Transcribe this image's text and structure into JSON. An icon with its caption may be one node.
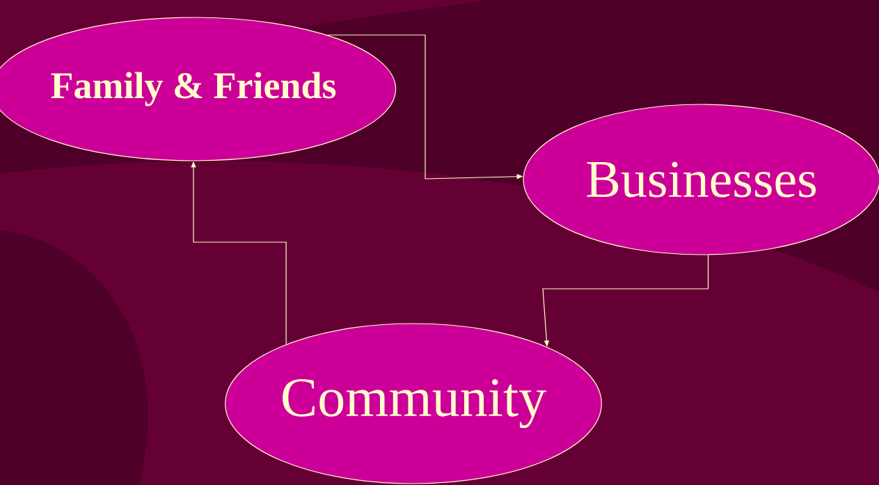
{
  "diagram": {
    "nodes": [
      {
        "text": [
          "Family & Friends"
        ]
      },
      {
        "text": [
          "Businesses"
        ]
      },
      {
        "text": [
          "Community"
        ]
      }
    ],
    "edges": [
      {
        "from": 0,
        "to": 1,
        "arrow": "to"
      },
      {
        "from": 1,
        "to": 2,
        "arrow": "to"
      },
      {
        "from": 2,
        "to": 0,
        "arrow": "to"
      }
    ]
  }
}
